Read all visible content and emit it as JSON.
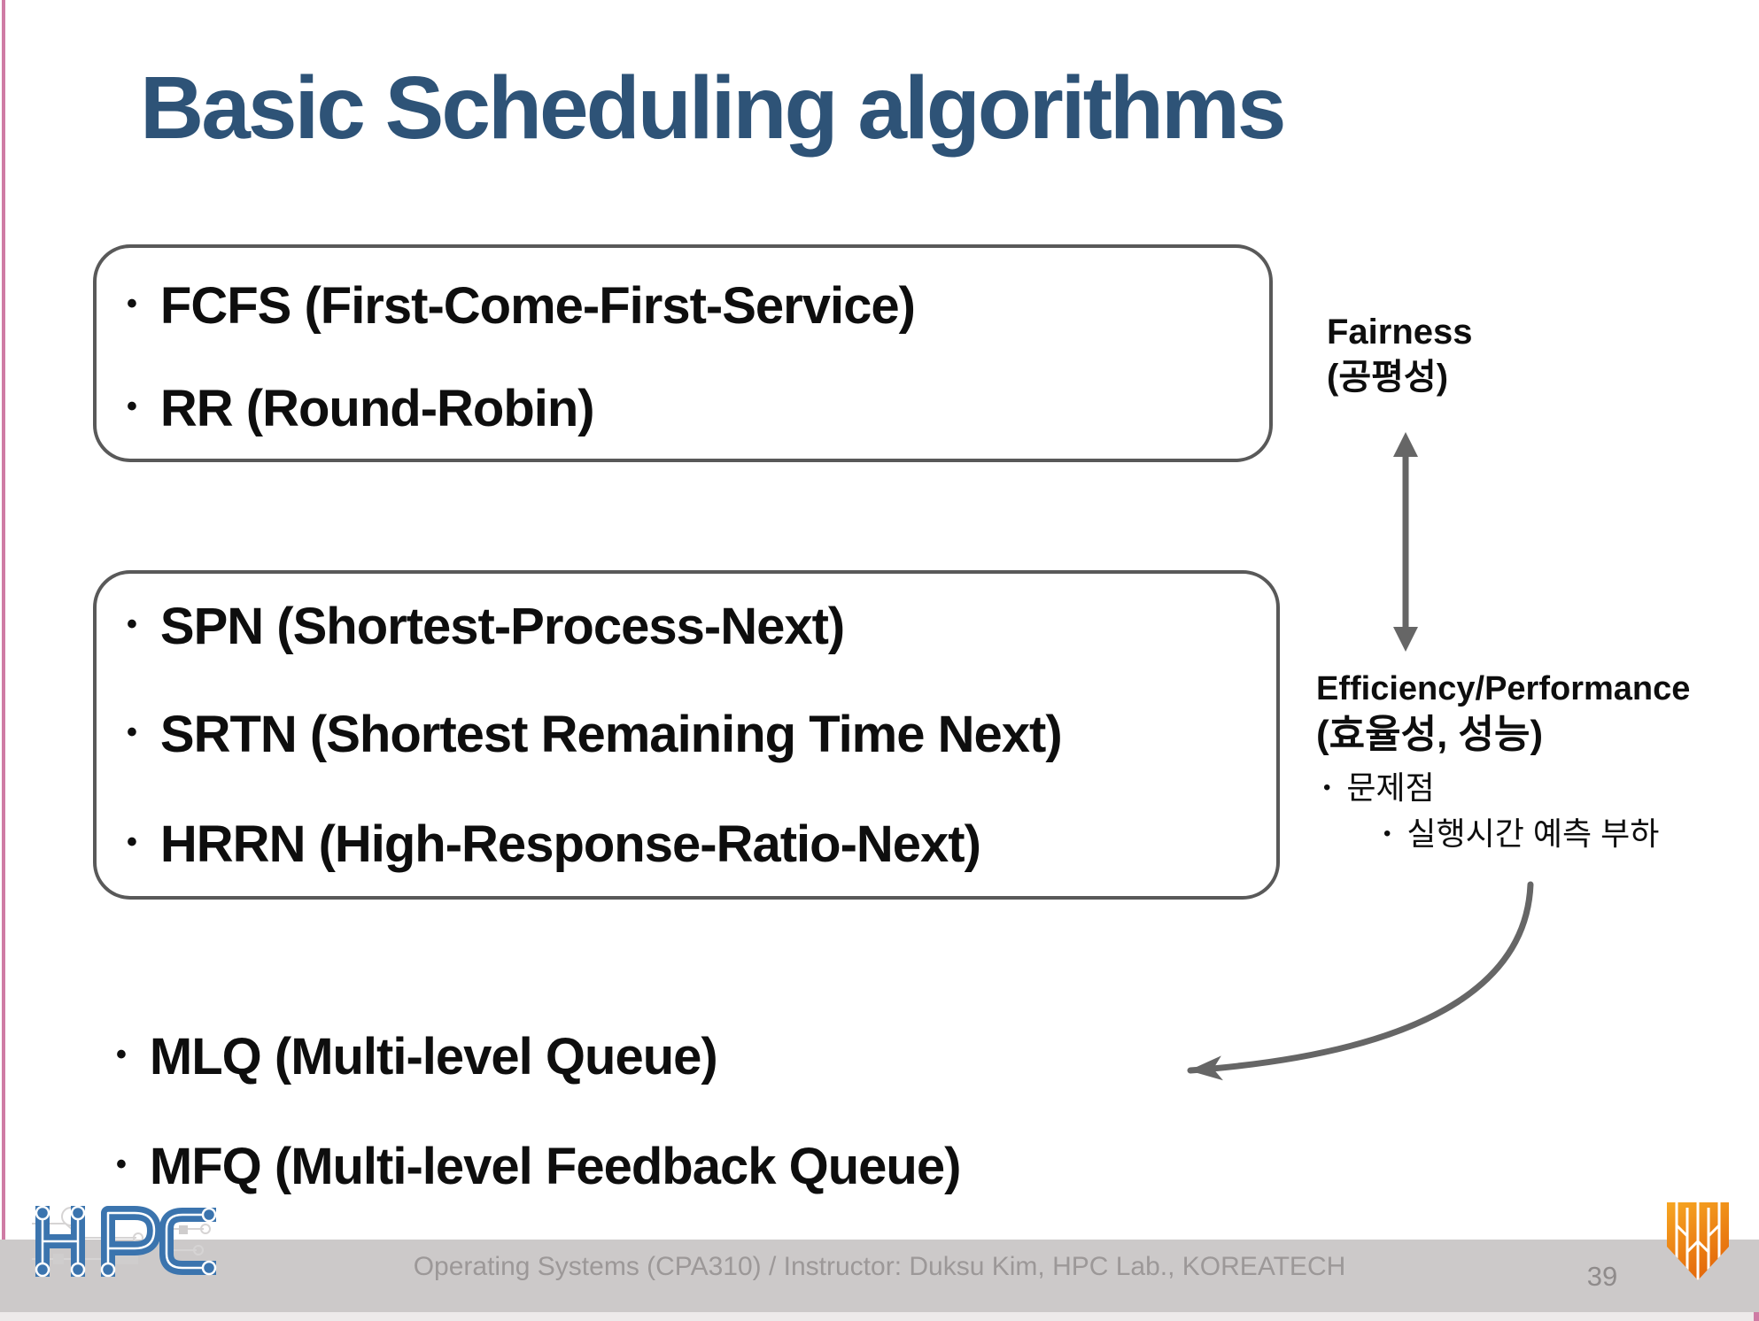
{
  "slide": {
    "title": "Basic Scheduling algorithms",
    "page_number": "39",
    "footer": "Operating Systems (CPA310) / Instructor: Duksu Kim, HPC Lab., KOREATECH"
  },
  "box1": {
    "items": [
      "FCFS (First-Come-First-Service)",
      "RR (Round-Robin)"
    ]
  },
  "box2": {
    "items": [
      "SPN (Shortest-Process-Next)",
      "SRTN (Shortest Remaining Time Next)",
      "HRRN (High-Response-Ratio-Next)"
    ]
  },
  "bottom_list": {
    "items": [
      "MLQ (Multi-level Queue)",
      "MFQ (Multi-level Feedback Queue)"
    ]
  },
  "annotations": {
    "fairness": {
      "line1": "Fairness",
      "line2": "(공평성)"
    },
    "efficiency": {
      "line1": "Efficiency/Performance",
      "line2": "(효율성, 성능)",
      "bullet1": "문제점",
      "bullet2": "실행시간 예측 부하"
    }
  },
  "logos": {
    "hpc": "HPC"
  },
  "colors": {
    "title_blue": "#2e5377",
    "accent_pink": "#cf7ca5",
    "box_border_gray": "#595959",
    "arrow_gray": "#666666",
    "footer_bar_gray": "#ccc9c9",
    "footer_text_gray": "#9c9898",
    "hpc_blue": "#3b74ae",
    "koreatech_orange_top": "#f7a823",
    "koreatech_orange_bottom": "#e4690b"
  }
}
